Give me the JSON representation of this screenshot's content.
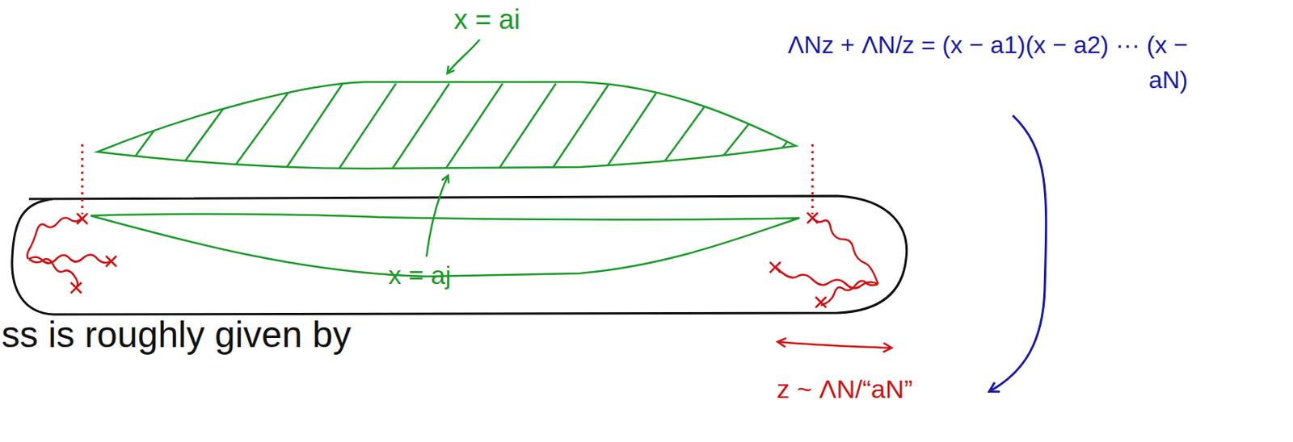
{
  "diagram": {
    "labels": [
      "x = ai",
      "x = aj",
      "ΛNz + ΛN/z = (x − a1)(x − a2) ··· (x − aN)",
      "z ~ ΛN/“aN”",
      "ss is roughly given by"
    ]
  }
}
